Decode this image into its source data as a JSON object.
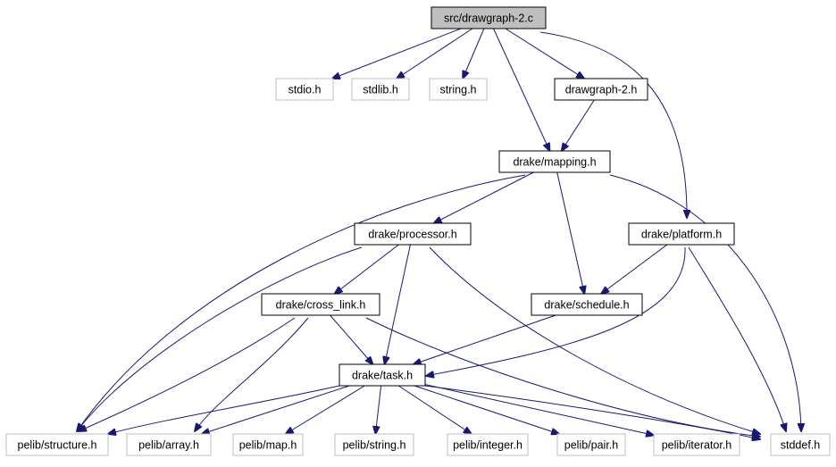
{
  "graph": {
    "colors": {
      "edge": "#191970",
      "root_fill": "#bfbfbf",
      "root_stroke": "#000000",
      "internal_stroke": "#000000",
      "external_stroke": "#bfbfbf",
      "node_fill": "#ffffff"
    },
    "nodes": [
      {
        "id": "drawgraph_c",
        "label": "src/drawgraph-2.c",
        "kind": "root"
      },
      {
        "id": "stdio",
        "label": "stdio.h",
        "kind": "external"
      },
      {
        "id": "stdlib",
        "label": "stdlib.h",
        "kind": "external"
      },
      {
        "id": "string",
        "label": "string.h",
        "kind": "external"
      },
      {
        "id": "drawgraph_h",
        "label": "drawgraph-2.h",
        "kind": "internal"
      },
      {
        "id": "mapping",
        "label": "drake/mapping.h",
        "kind": "internal"
      },
      {
        "id": "processor",
        "label": "drake/processor.h",
        "kind": "internal"
      },
      {
        "id": "platform",
        "label": "drake/platform.h",
        "kind": "internal"
      },
      {
        "id": "cross_link",
        "label": "drake/cross_link.h",
        "kind": "internal"
      },
      {
        "id": "schedule",
        "label": "drake/schedule.h",
        "kind": "internal"
      },
      {
        "id": "task",
        "label": "drake/task.h",
        "kind": "internal"
      },
      {
        "id": "structure",
        "label": "pelib/structure.h",
        "kind": "external"
      },
      {
        "id": "array",
        "label": "pelib/array.h",
        "kind": "external"
      },
      {
        "id": "map",
        "label": "pelib/map.h",
        "kind": "external"
      },
      {
        "id": "pstring",
        "label": "pelib/string.h",
        "kind": "external"
      },
      {
        "id": "integer",
        "label": "pelib/integer.h",
        "kind": "external"
      },
      {
        "id": "pair",
        "label": "pelib/pair.h",
        "kind": "external"
      },
      {
        "id": "iterator",
        "label": "pelib/iterator.h",
        "kind": "external"
      },
      {
        "id": "stddef",
        "label": "stddef.h",
        "kind": "external"
      }
    ],
    "edges": [
      {
        "from": "drawgraph_c",
        "to": "stdio"
      },
      {
        "from": "drawgraph_c",
        "to": "stdlib"
      },
      {
        "from": "drawgraph_c",
        "to": "string"
      },
      {
        "from": "drawgraph_c",
        "to": "drawgraph_h"
      },
      {
        "from": "drawgraph_c",
        "to": "mapping"
      },
      {
        "from": "drawgraph_c",
        "to": "platform"
      },
      {
        "from": "drawgraph_h",
        "to": "mapping"
      },
      {
        "from": "mapping",
        "to": "processor"
      },
      {
        "from": "mapping",
        "to": "schedule"
      },
      {
        "from": "mapping",
        "to": "structure"
      },
      {
        "from": "mapping",
        "to": "stddef"
      },
      {
        "from": "processor",
        "to": "cross_link"
      },
      {
        "from": "processor",
        "to": "task"
      },
      {
        "from": "processor",
        "to": "structure"
      },
      {
        "from": "processor",
        "to": "stddef"
      },
      {
        "from": "platform",
        "to": "schedule"
      },
      {
        "from": "platform",
        "to": "task"
      },
      {
        "from": "platform",
        "to": "stddef"
      },
      {
        "from": "cross_link",
        "to": "task"
      },
      {
        "from": "cross_link",
        "to": "structure"
      },
      {
        "from": "cross_link",
        "to": "array"
      },
      {
        "from": "cross_link",
        "to": "stddef"
      },
      {
        "from": "schedule",
        "to": "task"
      },
      {
        "from": "task",
        "to": "structure"
      },
      {
        "from": "task",
        "to": "array"
      },
      {
        "from": "task",
        "to": "map"
      },
      {
        "from": "task",
        "to": "pstring"
      },
      {
        "from": "task",
        "to": "integer"
      },
      {
        "from": "task",
        "to": "pair"
      },
      {
        "from": "task",
        "to": "iterator"
      },
      {
        "from": "task",
        "to": "stddef"
      }
    ]
  }
}
